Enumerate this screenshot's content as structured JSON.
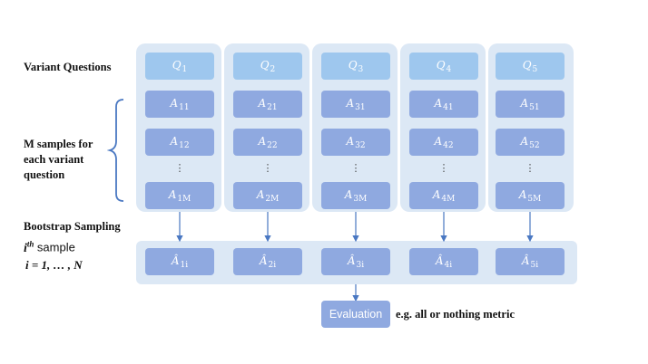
{
  "labels": {
    "variant_questions": "Variant Questions",
    "m_samples_line1": "M samples for",
    "m_samples_line2": "each variant",
    "m_samples_line3": "question",
    "bootstrap_sampling": "Bootstrap Sampling",
    "ith_sample_sup": "th",
    "ith_sample_i": "i",
    "ith_sample_text": "sample",
    "range_line": "i = 1, … , N",
    "evaluation": "Evaluation",
    "metric_note": "e.g. all or nothing metric"
  },
  "columns": [
    {
      "q": "Q",
      "q_sub": "1",
      "a": [
        {
          "t": "A",
          "s": "11"
        },
        {
          "t": "A",
          "s": "12"
        }
      ],
      "aM": {
        "t": "A",
        "s": "1M"
      },
      "hat": {
        "t": "Â",
        "s": "1i"
      }
    },
    {
      "q": "Q",
      "q_sub": "2",
      "a": [
        {
          "t": "A",
          "s": "21"
        },
        {
          "t": "A",
          "s": "22"
        }
      ],
      "aM": {
        "t": "A",
        "s": "2M"
      },
      "hat": {
        "t": "Â",
        "s": "2i"
      }
    },
    {
      "q": "Q",
      "q_sub": "3",
      "a": [
        {
          "t": "A",
          "s": "31"
        },
        {
          "t": "A",
          "s": "32"
        }
      ],
      "aM": {
        "t": "A",
        "s": "3M"
      },
      "hat": {
        "t": "Â",
        "s": "3i"
      }
    },
    {
      "q": "Q",
      "q_sub": "4",
      "a": [
        {
          "t": "A",
          "s": "41"
        },
        {
          "t": "A",
          "s": "42"
        }
      ],
      "aM": {
        "t": "A",
        "s": "4M"
      },
      "hat": {
        "t": "Â",
        "s": "4i"
      }
    },
    {
      "q": "Q",
      "q_sub": "5",
      "a": [
        {
          "t": "A",
          "s": "51"
        },
        {
          "t": "A",
          "s": "52"
        }
      ],
      "aM": {
        "t": "A",
        "s": "5M"
      },
      "hat": {
        "t": "Â",
        "s": "5i"
      }
    }
  ],
  "ellipsis": "⋮",
  "colors": {
    "panel_bg": "#dce8f5",
    "question_cell": "#9ec7ee",
    "answer_cell": "#8fa9e0",
    "arrow": "#4a78c2",
    "brace": "#4a78c2"
  }
}
